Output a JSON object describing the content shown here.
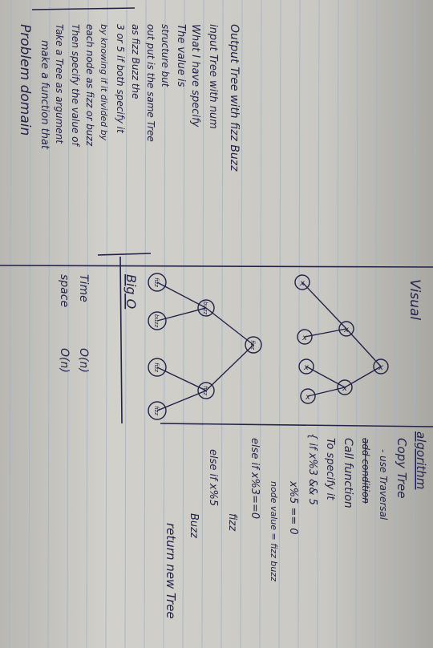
{
  "colors": {
    "paper": "#cfcdc7",
    "paper_shadow": "#8e8c87",
    "ruled_line": "#9fb6c9",
    "ink": "#23234a",
    "margin_line": "#c98b8b"
  },
  "sections": {
    "problem_domain": {
      "heading": "Problem domain",
      "lines": [
        "make a function that",
        "Take a Tree as argument",
        "Then specify the value of",
        "each node as fizz or buzz",
        "by knowing if it divided by",
        "3 or 5 if both specify it",
        "as fizz Buzz the",
        "out put is the same Tree",
        "structure but",
        "The value is",
        "What I have specify",
        "input Tree with num",
        "Output Tree with fizz Buzz"
      ]
    },
    "visual": {
      "heading": "Visual",
      "input_tree_nodes": [
        "x",
        "x",
        "x",
        "x",
        "x",
        "x",
        "x"
      ],
      "output_tree_nodes": [
        "fizz",
        "buzz",
        "fizz",
        "fizz",
        "buzz",
        "fizz",
        "fizz"
      ]
    },
    "big_o": {
      "heading": "Big O",
      "time_label": "Time",
      "time_value": "O(n)",
      "space_label": "space",
      "space_value": "O(n)"
    },
    "algorithm": {
      "heading": "algorithm",
      "lines": [
        "Copy Tree",
        "- use Traversal",
        "add condition",
        "Call function",
        "To specify it",
        "{ if x%3 && 5",
        "x%5 == 0",
        "node value = fizz buzz",
        "else if x%3==0",
        "fizz",
        "else if x%5",
        "Buzz",
        "return new Tree"
      ]
    }
  }
}
